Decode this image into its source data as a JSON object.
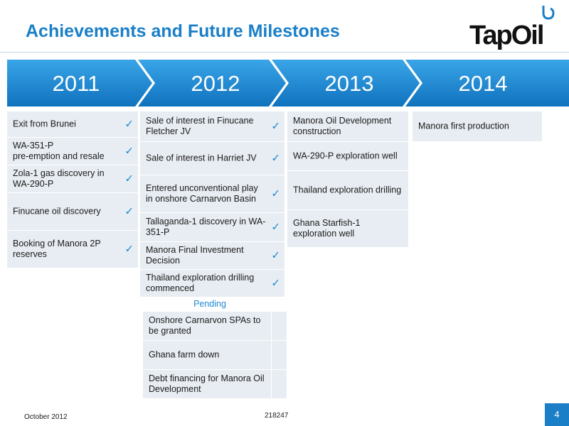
{
  "header": {
    "title": "Achievements and Future Milestones",
    "logo_text": "TapOil"
  },
  "timeline": {
    "years": [
      "2011",
      "2012",
      "2013",
      "2014"
    ]
  },
  "col2011": [
    {
      "text": "Exit from Brunei",
      "check": "✓"
    },
    {
      "text": "WA-351-P\npre-emption and resale",
      "check": "✓"
    },
    {
      "text": "Zola-1 gas discovery in WA-290-P",
      "check": "✓"
    },
    {
      "text": "Finucane oil discovery",
      "check": "✓"
    },
    {
      "text": "Booking of Manora 2P reserves",
      "check": "✓"
    }
  ],
  "col2012": [
    {
      "text": "Sale of interest in Finucane Fletcher JV",
      "check": "✓"
    },
    {
      "text": "Sale of interest in Harriet JV",
      "check": "✓"
    },
    {
      "text": "Entered unconventional play in onshore Carnarvon Basin",
      "check": "✓"
    },
    {
      "text": "Tallaganda-1 discovery in WA-351-P",
      "check": "✓"
    },
    {
      "text": "Manora Final Investment Decision",
      "check": "✓"
    },
    {
      "text": "Thailand exploration drilling commenced",
      "check": "✓"
    }
  ],
  "pending": {
    "label": "Pending",
    "items": [
      "Onshore Carnarvon SPAs to be granted",
      "Ghana farm down",
      "Debt financing for Manora Oil Development"
    ]
  },
  "col2013": [
    "Manora Oil Development construction",
    "WA-290-P exploration well",
    "Thailand exploration drilling",
    "Ghana Starfish-1 exploration well"
  ],
  "col2014": [
    "Manora first production"
  ],
  "footer": {
    "date": "October 2012",
    "code": "218247",
    "page": "4"
  },
  "colors": {
    "accent": "#1a7fc7",
    "cell_bg": "#e8edf3",
    "check": "#1f8ad0"
  }
}
